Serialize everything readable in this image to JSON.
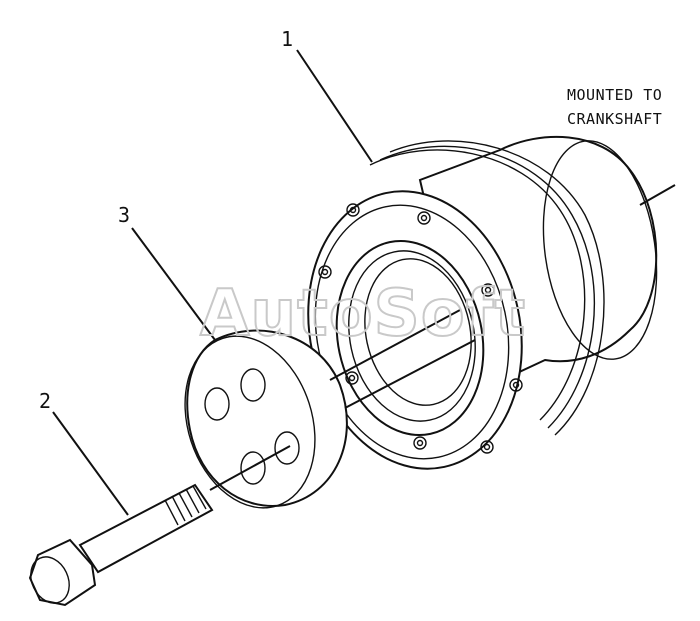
{
  "callouts": {
    "part1": "1",
    "part2": "2",
    "part3": "3"
  },
  "note": {
    "line1": "MOUNTED TO",
    "line2": "CRANKSHAFT"
  },
  "watermark": "AutoSoft"
}
